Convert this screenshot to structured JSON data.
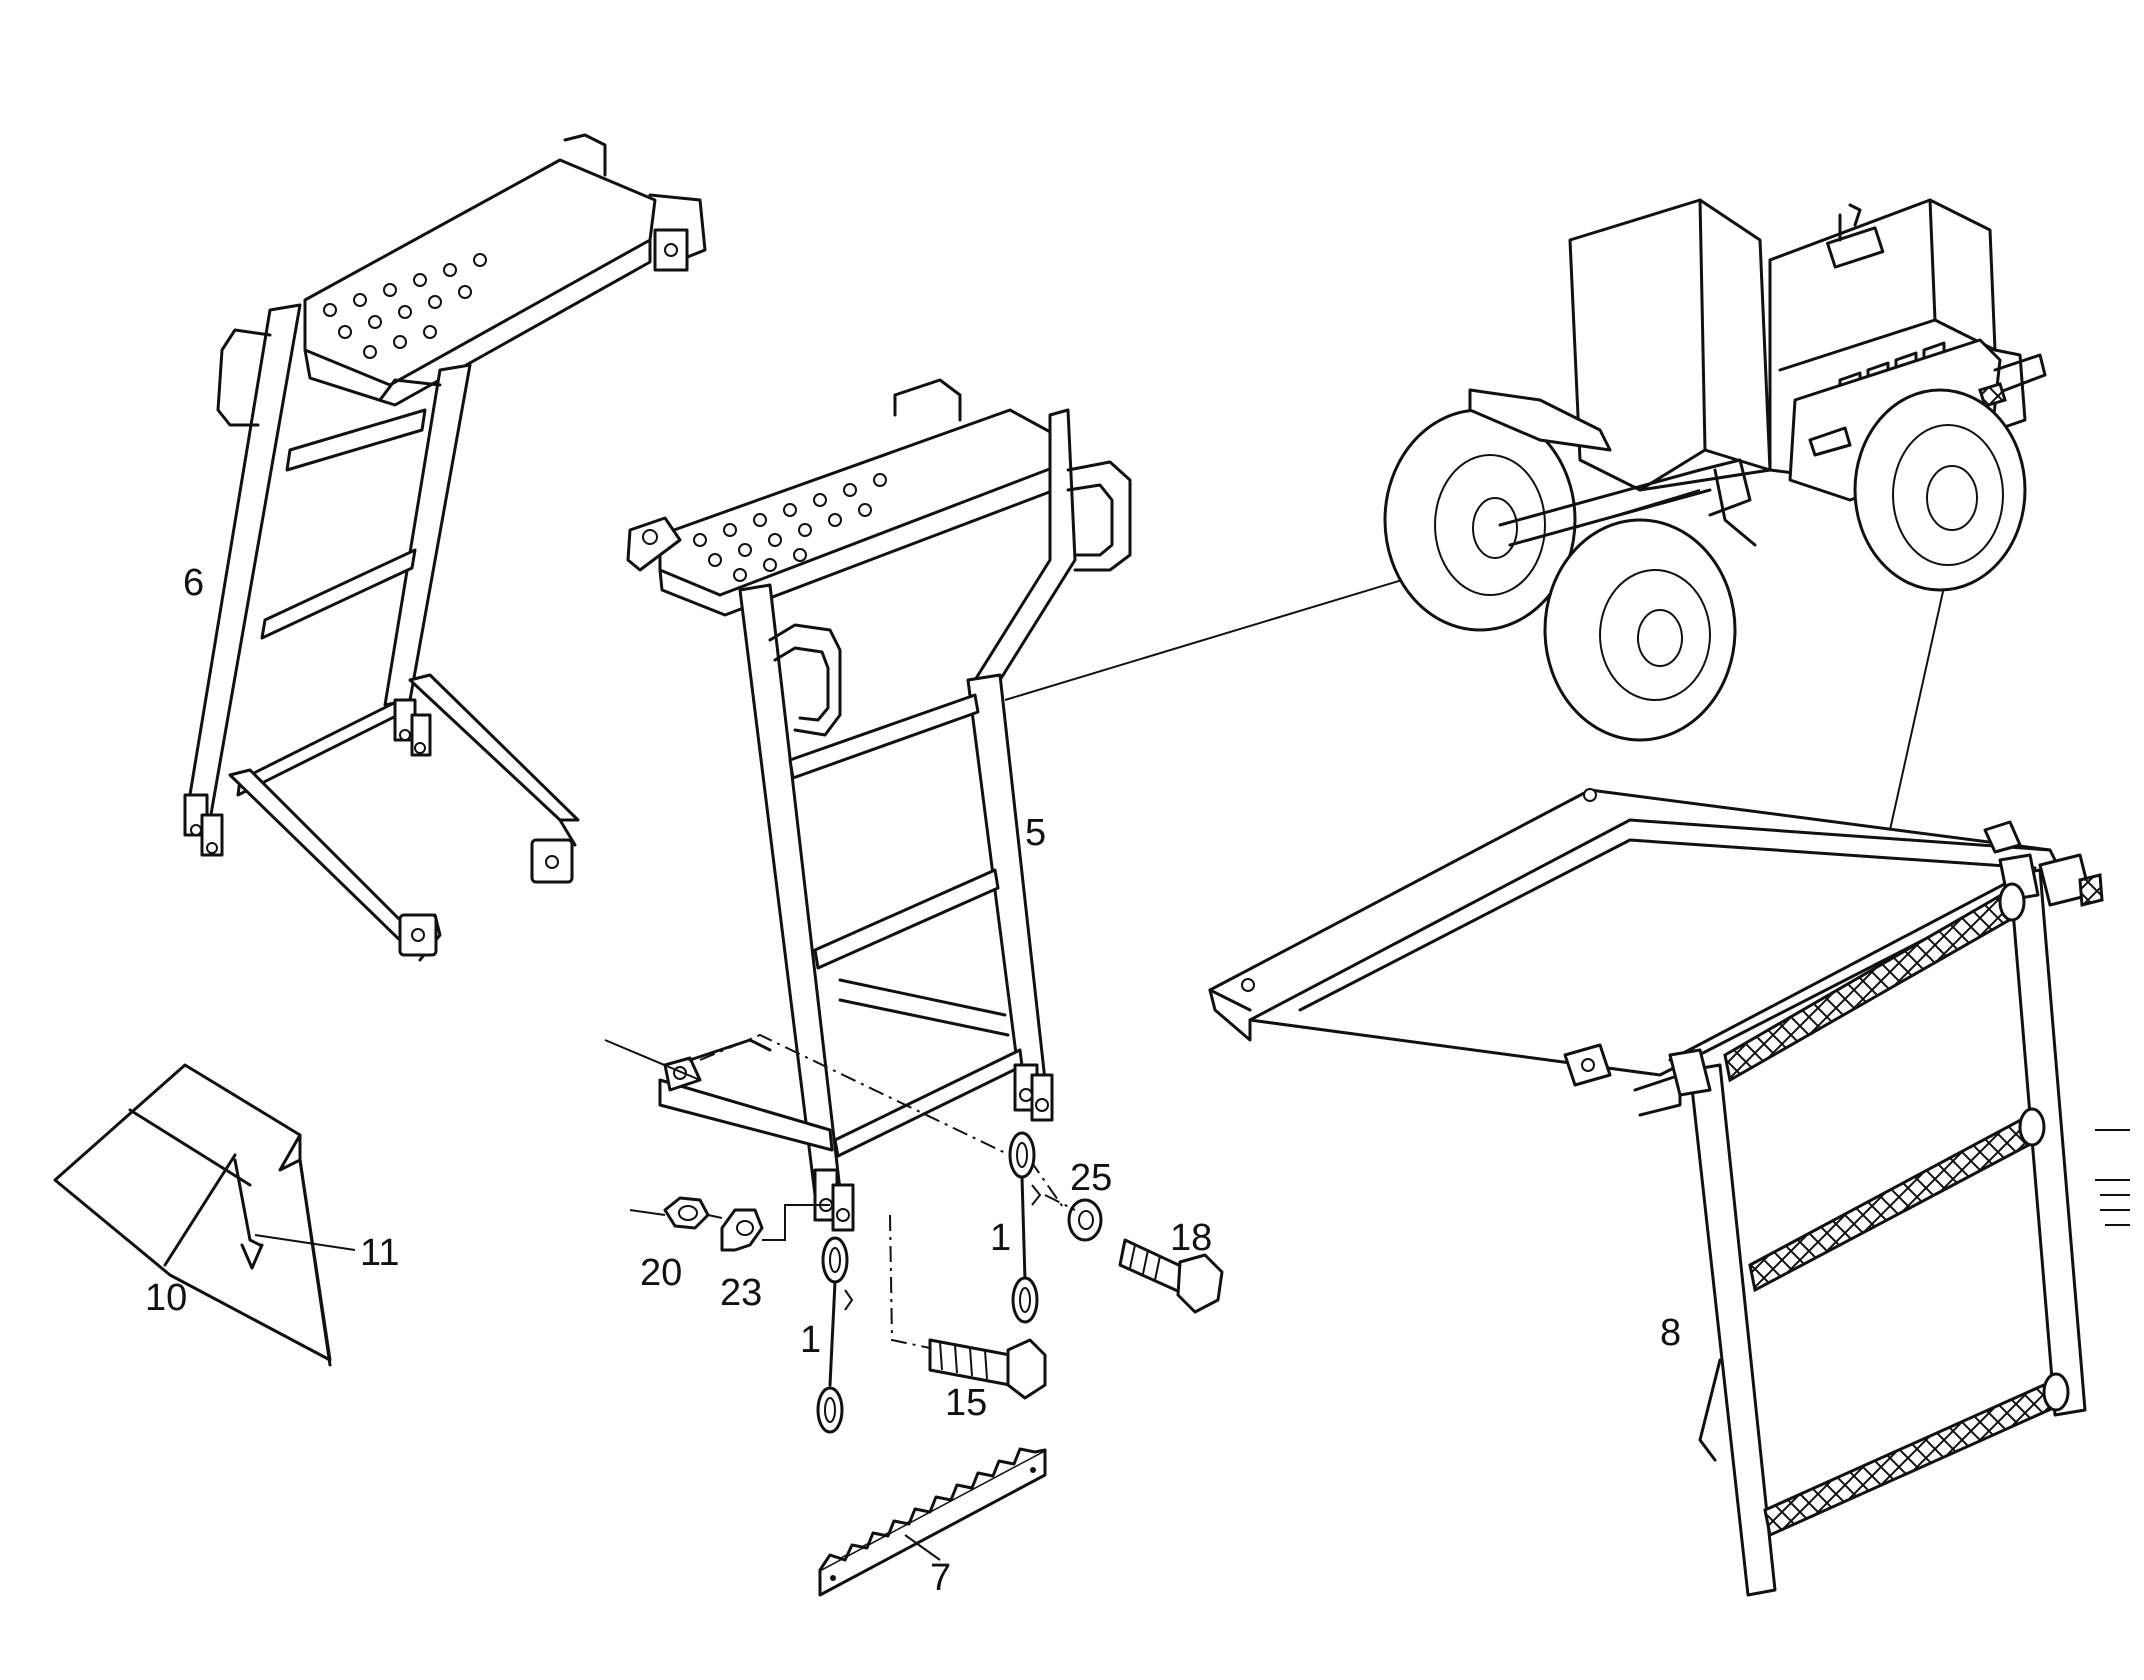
{
  "callouts": {
    "c6": "6",
    "c5": "5",
    "c8": "8",
    "c10": "10",
    "c11": "11",
    "c20": "20",
    "c23": "23",
    "c1a": "1",
    "c1b": "1",
    "c15": "15",
    "c25": "25",
    "c18": "18",
    "c7": "7"
  },
  "colors": {
    "line": "#111111",
    "background": "#ffffff"
  }
}
